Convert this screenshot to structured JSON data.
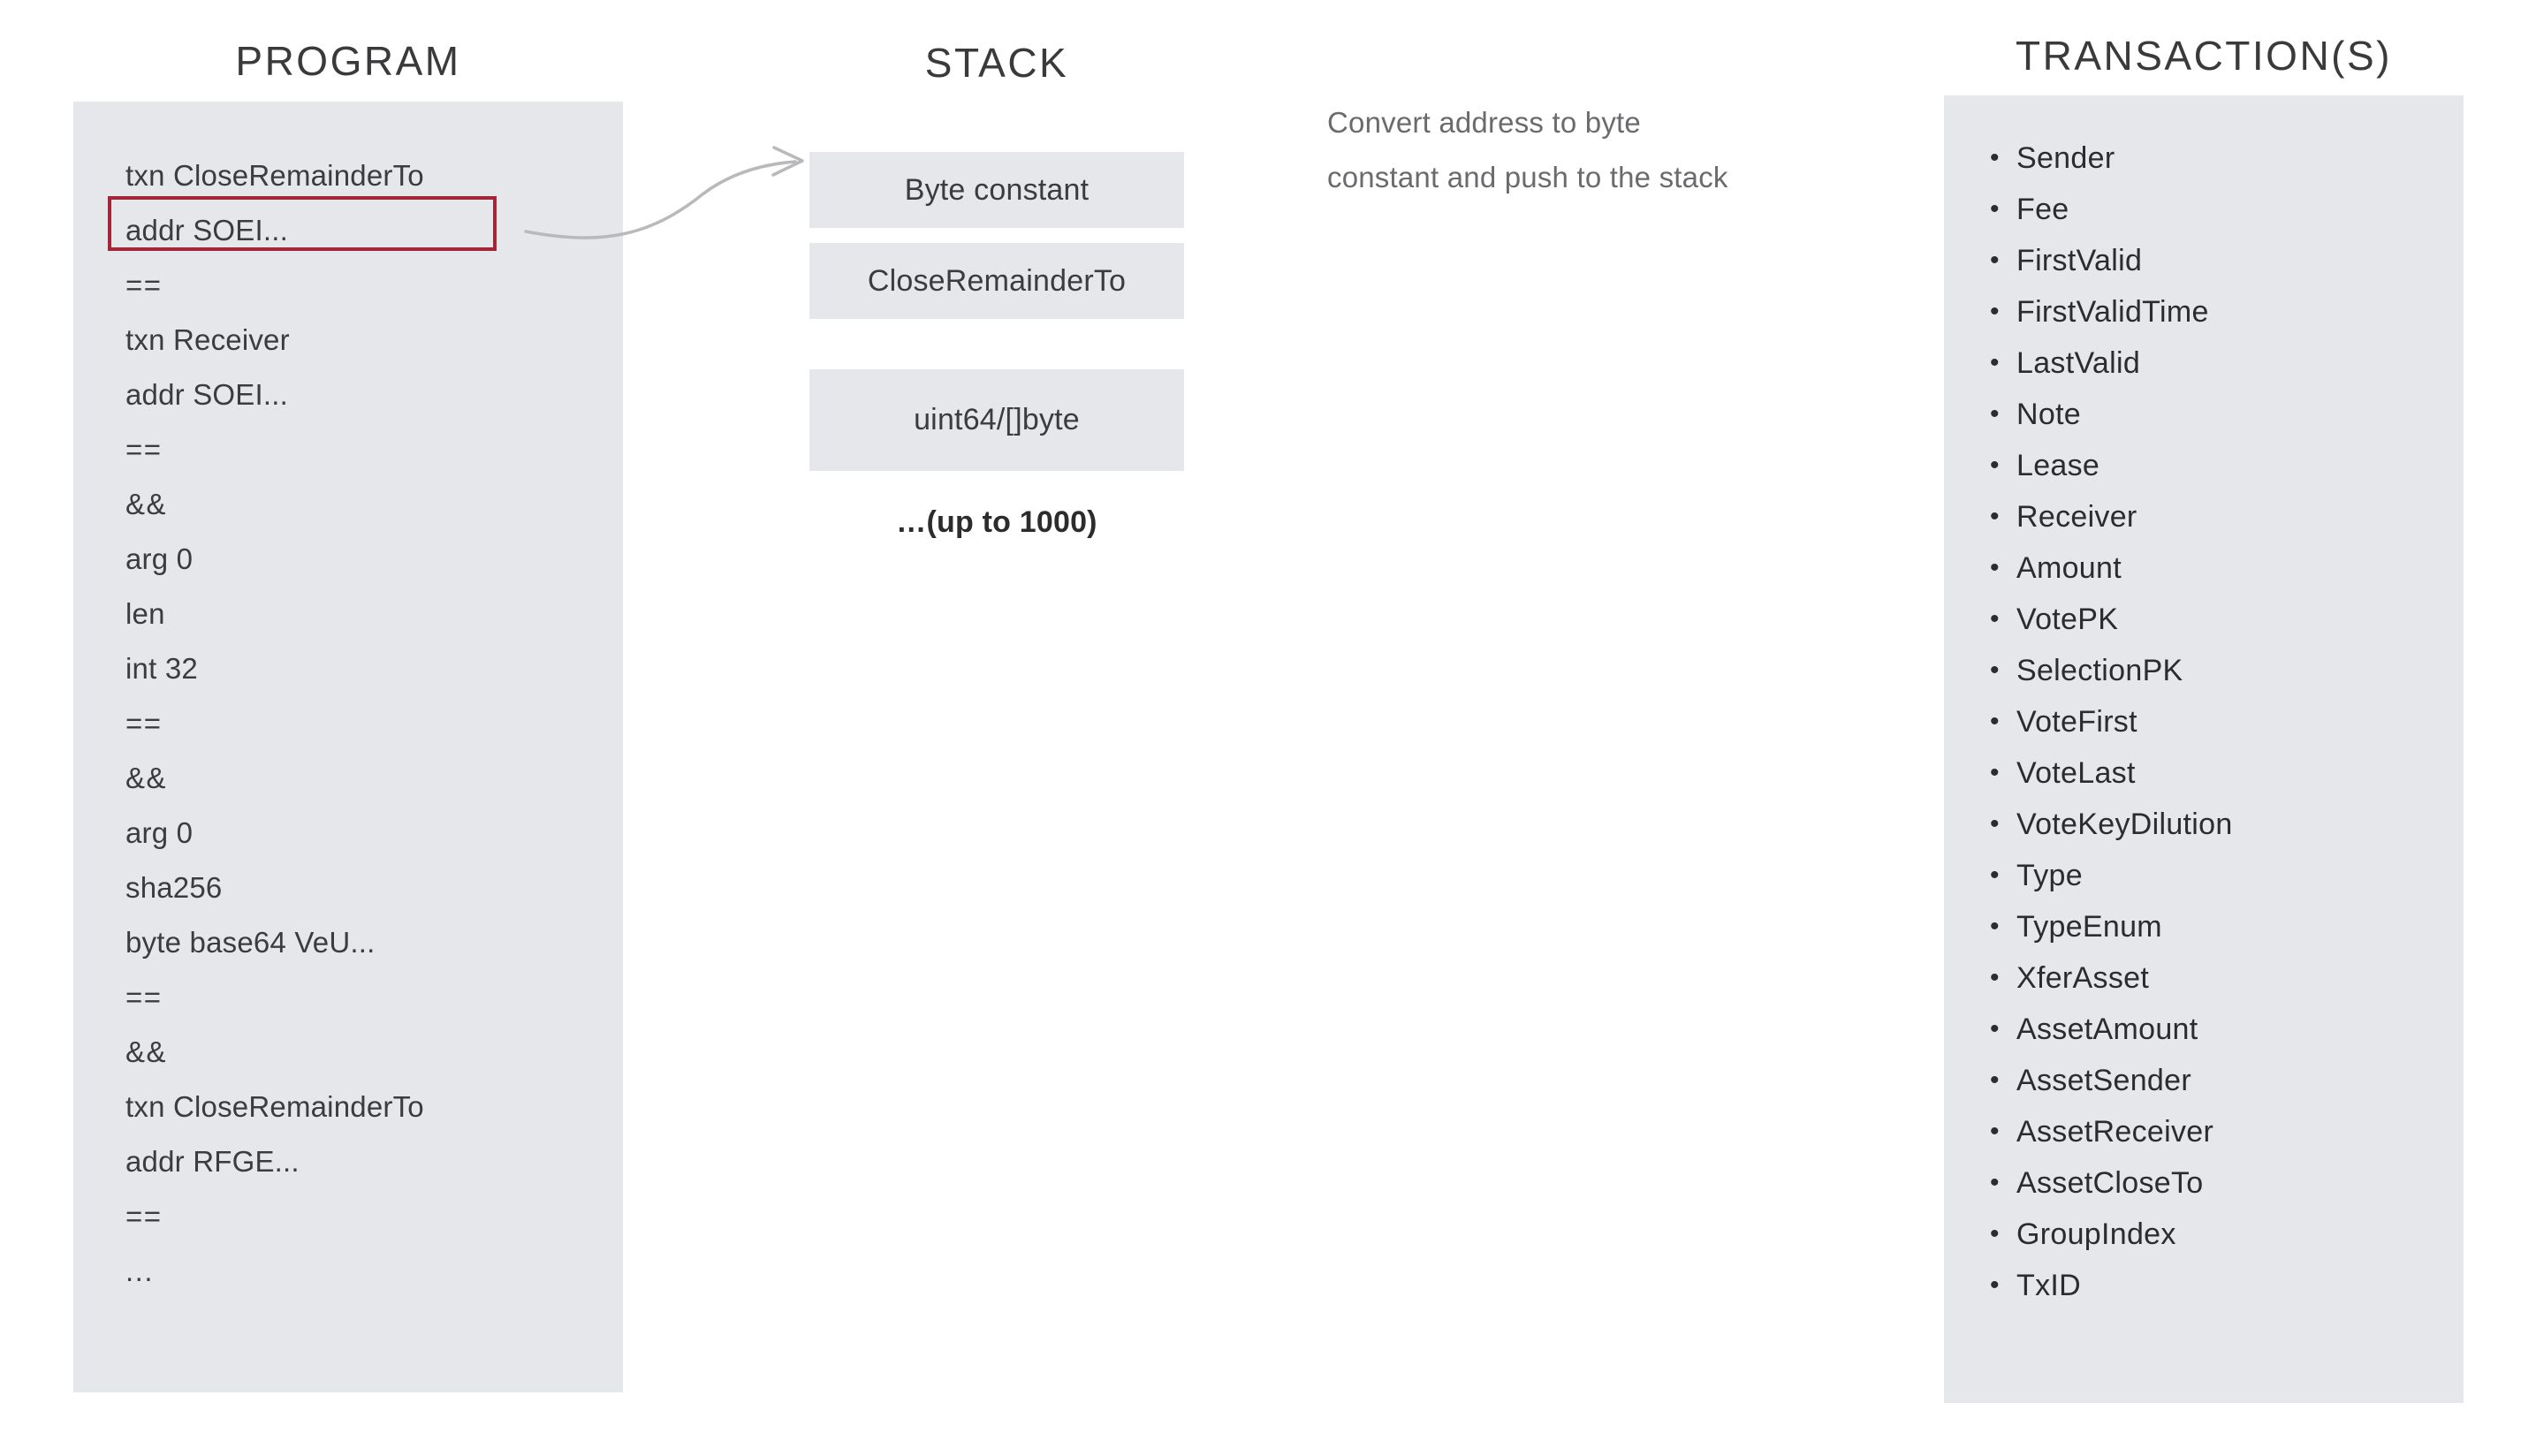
{
  "columns": {
    "program": {
      "title": "PROGRAM"
    },
    "stack": {
      "title": "STACK"
    },
    "transactions": {
      "title": "TRANSACTION(S)"
    }
  },
  "program": {
    "lines": [
      {
        "text": "txn CloseRemainderTo",
        "highlighted": false
      },
      {
        "text": "addr SOEI...",
        "highlighted": true
      },
      {
        "text": "==",
        "highlighted": false
      },
      {
        "text": "txn Receiver",
        "highlighted": false
      },
      {
        "text": "addr SOEI...",
        "highlighted": false
      },
      {
        "text": "==",
        "highlighted": false
      },
      {
        "text": "&&",
        "highlighted": false
      },
      {
        "text": "arg 0",
        "highlighted": false
      },
      {
        "text": "len",
        "highlighted": false
      },
      {
        "text": "int 32",
        "highlighted": false
      },
      {
        "text": "==",
        "highlighted": false
      },
      {
        "text": "&&",
        "highlighted": false
      },
      {
        "text": "arg 0",
        "highlighted": false
      },
      {
        "text": "sha256",
        "highlighted": false
      },
      {
        "text": "byte base64 VeU...",
        "highlighted": false
      },
      {
        "text": "==",
        "highlighted": false
      },
      {
        "text": "&&",
        "highlighted": false
      },
      {
        "text": "txn CloseRemainderTo",
        "highlighted": false
      },
      {
        "text": "addr RFGE...",
        "highlighted": false
      },
      {
        "text": "==",
        "highlighted": false
      },
      {
        "text": "...",
        "highlighted": false
      }
    ],
    "highlight_color": "#a32638",
    "panel_color": "#e5e7ea"
  },
  "stack": {
    "items": [
      {
        "label": "Byte constant"
      },
      {
        "label": "CloseRemainderTo"
      },
      {
        "label": "uint64/[]byte"
      }
    ],
    "more_label": "…(up to 1000)",
    "box_color": "#e5e7ea"
  },
  "annotation": {
    "line1": "Convert address to byte",
    "line2": "constant and push to the stack",
    "arrow": "curved-arrow-right"
  },
  "transactions": {
    "fields": [
      "Sender",
      "Fee",
      "FirstValid",
      "FirstValidTime",
      "LastValid",
      "Note",
      "Lease",
      "Receiver",
      "Amount",
      "VotePK",
      "SelectionPK",
      "VoteFirst",
      "VoteLast",
      "VoteKeyDilution",
      "Type",
      "TypeEnum",
      "XferAsset",
      "AssetAmount",
      "AssetSender",
      "AssetReceiver",
      "AssetCloseTo",
      "GroupIndex",
      "TxID"
    ],
    "panel_color": "#e5e7ea"
  }
}
